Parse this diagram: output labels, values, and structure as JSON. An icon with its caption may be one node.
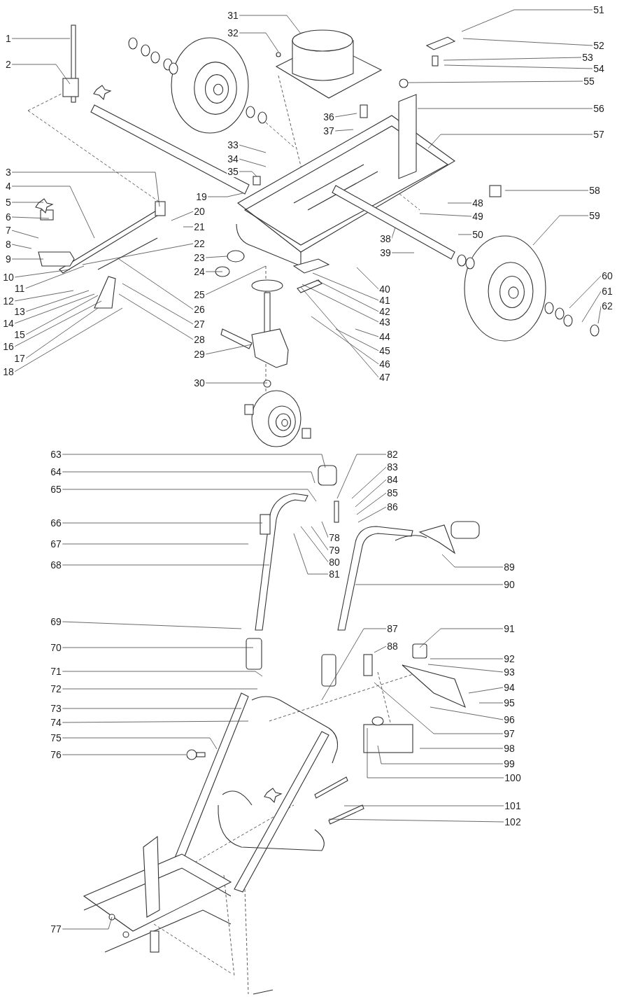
{
  "diagram": {
    "nodes": [
      {
        "text": [
          "1"
        ]
      },
      {
        "text": [
          "2"
        ]
      },
      {
        "text": [
          "3"
        ]
      },
      {
        "text": [
          "4"
        ]
      },
      {
        "text": [
          "5"
        ]
      },
      {
        "text": [
          "6"
        ]
      },
      {
        "text": [
          "7"
        ]
      },
      {
        "text": [
          "8"
        ]
      },
      {
        "text": [
          "9"
        ]
      },
      {
        "text": [
          "10"
        ]
      },
      {
        "text": [
          "11"
        ]
      },
      {
        "text": [
          "12"
        ]
      },
      {
        "text": [
          "13"
        ]
      },
      {
        "text": [
          "14"
        ]
      },
      {
        "text": [
          "15"
        ]
      },
      {
        "text": [
          "16"
        ]
      },
      {
        "text": [
          "17"
        ]
      },
      {
        "text": [
          "18"
        ]
      },
      {
        "text": [
          "19"
        ]
      },
      {
        "text": [
          "20"
        ]
      },
      {
        "text": [
          "21"
        ]
      },
      {
        "text": [
          "22"
        ]
      },
      {
        "text": [
          "23"
        ]
      },
      {
        "text": [
          "24"
        ]
      },
      {
        "text": [
          "25"
        ]
      },
      {
        "text": [
          "26"
        ]
      },
      {
        "text": [
          "27"
        ]
      },
      {
        "text": [
          "28"
        ]
      },
      {
        "text": [
          "29"
        ]
      },
      {
        "text": [
          "30"
        ]
      },
      {
        "text": [
          "31"
        ]
      },
      {
        "text": [
          "32"
        ]
      },
      {
        "text": [
          "33"
        ]
      },
      {
        "text": [
          "34"
        ]
      },
      {
        "text": [
          "35"
        ]
      },
      {
        "text": [
          "36"
        ]
      },
      {
        "text": [
          "37"
        ]
      },
      {
        "text": [
          "38"
        ]
      },
      {
        "text": [
          "39"
        ]
      },
      {
        "text": [
          "40"
        ]
      },
      {
        "text": [
          "41"
        ]
      },
      {
        "text": [
          "42"
        ]
      },
      {
        "text": [
          "43"
        ]
      },
      {
        "text": [
          "44"
        ]
      },
      {
        "text": [
          "45"
        ]
      },
      {
        "text": [
          "46"
        ]
      },
      {
        "text": [
          "47"
        ]
      },
      {
        "text": [
          "48"
        ]
      },
      {
        "text": [
          "49"
        ]
      },
      {
        "text": [
          "50"
        ]
      },
      {
        "text": [
          "51"
        ]
      },
      {
        "text": [
          "52"
        ]
      },
      {
        "text": [
          "53"
        ]
      },
      {
        "text": [
          "54"
        ]
      },
      {
        "text": [
          "55"
        ]
      },
      {
        "text": [
          "56"
        ]
      },
      {
        "text": [
          "57"
        ]
      },
      {
        "text": [
          "58"
        ]
      },
      {
        "text": [
          "59"
        ]
      },
      {
        "text": [
          "60"
        ]
      },
      {
        "text": [
          "61"
        ]
      },
      {
        "text": [
          "62"
        ]
      },
      {
        "text": [
          "63"
        ]
      },
      {
        "text": [
          "64"
        ]
      },
      {
        "text": [
          "65"
        ]
      },
      {
        "text": [
          "66"
        ]
      },
      {
        "text": [
          "67"
        ]
      },
      {
        "text": [
          "68"
        ]
      },
      {
        "text": [
          "69"
        ]
      },
      {
        "text": [
          "70"
        ]
      },
      {
        "text": [
          "71"
        ]
      },
      {
        "text": [
          "72"
        ]
      },
      {
        "text": [
          "73"
        ]
      },
      {
        "text": [
          "74"
        ]
      },
      {
        "text": [
          "75"
        ]
      },
      {
        "text": [
          "76"
        ]
      },
      {
        "text": [
          "77"
        ]
      },
      {
        "text": [
          "78"
        ]
      },
      {
        "text": [
          "79"
        ]
      },
      {
        "text": [
          "80"
        ]
      },
      {
        "text": [
          "81"
        ]
      },
      {
        "text": [
          "82"
        ]
      },
      {
        "text": [
          "83"
        ]
      },
      {
        "text": [
          "84"
        ]
      },
      {
        "text": [
          "85"
        ]
      },
      {
        "text": [
          "86"
        ]
      },
      {
        "text": [
          "87"
        ]
      },
      {
        "text": [
          "88"
        ]
      },
      {
        "text": [
          "89"
        ]
      },
      {
        "text": [
          "90"
        ]
      },
      {
        "text": [
          "91"
        ]
      },
      {
        "text": [
          "92"
        ]
      },
      {
        "text": [
          "93"
        ]
      },
      {
        "text": [
          "94"
        ]
      },
      {
        "text": [
          "95"
        ]
      },
      {
        "text": [
          "96"
        ]
      },
      {
        "text": [
          "97"
        ]
      },
      {
        "text": [
          "98"
        ]
      },
      {
        "text": [
          "99"
        ]
      },
      {
        "text": [
          "100"
        ]
      },
      {
        "text": [
          "101"
        ]
      },
      {
        "text": [
          "102"
        ]
      }
    ],
    "edges": [
      {
        "from": 0,
        "to": null,
        "arrow": "none"
      },
      {
        "from": 1,
        "to": null,
        "arrow": "none"
      },
      {
        "from": 2,
        "to": null,
        "arrow": "none"
      },
      {
        "from": 3,
        "to": null,
        "arrow": "none"
      },
      {
        "from": 4,
        "to": null,
        "arrow": "none"
      },
      {
        "from": 5,
        "to": null,
        "arrow": "none"
      },
      {
        "from": 6,
        "to": null,
        "arrow": "none"
      },
      {
        "from": 7,
        "to": null,
        "arrow": "none"
      },
      {
        "from": 8,
        "to": null,
        "arrow": "none"
      },
      {
        "from": 9,
        "to": null,
        "arrow": "none"
      },
      {
        "from": 10,
        "to": null,
        "arrow": "none"
      },
      {
        "from": 11,
        "to": null,
        "arrow": "none"
      },
      {
        "from": 12,
        "to": null,
        "arrow": "none"
      },
      {
        "from": 13,
        "to": null,
        "arrow": "none"
      },
      {
        "from": 14,
        "to": null,
        "arrow": "none"
      },
      {
        "from": 15,
        "to": null,
        "arrow": "none"
      },
      {
        "from": 16,
        "to": null,
        "arrow": "none"
      },
      {
        "from": 17,
        "to": null,
        "arrow": "none"
      },
      {
        "from": 18,
        "to": null,
        "arrow": "none"
      },
      {
        "from": 19,
        "to": null,
        "arrow": "none"
      },
      {
        "from": 20,
        "to": null,
        "arrow": "none"
      },
      {
        "from": 21,
        "to": null,
        "arrow": "none"
      },
      {
        "from": 22,
        "to": null,
        "arrow": "none"
      },
      {
        "from": 23,
        "to": null,
        "arrow": "none"
      },
      {
        "from": 24,
        "to": null,
        "arrow": "none"
      },
      {
        "from": 25,
        "to": null,
        "arrow": "none"
      },
      {
        "from": 26,
        "to": null,
        "arrow": "none"
      },
      {
        "from": 27,
        "to": null,
        "arrow": "none"
      },
      {
        "from": 28,
        "to": null,
        "arrow": "none"
      },
      {
        "from": 29,
        "to": null,
        "arrow": "none"
      },
      {
        "from": 30,
        "to": null,
        "arrow": "none"
      },
      {
        "from": 31,
        "to": null,
        "arrow": "none"
      },
      {
        "from": 32,
        "to": null,
        "arrow": "none"
      },
      {
        "from": 33,
        "to": null,
        "arrow": "none"
      },
      {
        "from": 34,
        "to": null,
        "arrow": "none"
      },
      {
        "from": 35,
        "to": null,
        "arrow": "none"
      },
      {
        "from": 36,
        "to": null,
        "arrow": "none"
      },
      {
        "from": 37,
        "to": null,
        "arrow": "none"
      },
      {
        "from": 38,
        "to": null,
        "arrow": "none"
      },
      {
        "from": 39,
        "to": null,
        "arrow": "none"
      },
      {
        "from": 40,
        "to": null,
        "arrow": "none"
      },
      {
        "from": 41,
        "to": null,
        "arrow": "none"
      },
      {
        "from": 42,
        "to": null,
        "arrow": "none"
      },
      {
        "from": 43,
        "to": null,
        "arrow": "none"
      },
      {
        "from": 44,
        "to": null,
        "arrow": "none"
      },
      {
        "from": 45,
        "to": null,
        "arrow": "none"
      },
      {
        "from": 46,
        "to": null,
        "arrow": "none"
      },
      {
        "from": 47,
        "to": null,
        "arrow": "none"
      },
      {
        "from": 48,
        "to": null,
        "arrow": "none"
      },
      {
        "from": 49,
        "to": null,
        "arrow": "none"
      },
      {
        "from": 50,
        "to": null,
        "arrow": "none"
      },
      {
        "from": 51,
        "to": null,
        "arrow": "none"
      },
      {
        "from": 52,
        "to": null,
        "arrow": "none"
      },
      {
        "from": 53,
        "to": null,
        "arrow": "none"
      },
      {
        "from": 54,
        "to": null,
        "arrow": "none"
      },
      {
        "from": 55,
        "to": null,
        "arrow": "none"
      },
      {
        "from": 56,
        "to": null,
        "arrow": "none"
      },
      {
        "from": 57,
        "to": null,
        "arrow": "none"
      },
      {
        "from": 58,
        "to": null,
        "arrow": "none"
      },
      {
        "from": 59,
        "to": null,
        "arrow": "none"
      },
      {
        "from": 60,
        "to": null,
        "arrow": "none"
      },
      {
        "from": 61,
        "to": null,
        "arrow": "none"
      },
      {
        "from": 62,
        "to": null,
        "arrow": "none"
      },
      {
        "from": 63,
        "to": null,
        "arrow": "none"
      },
      {
        "from": 64,
        "to": null,
        "arrow": "none"
      },
      {
        "from": 65,
        "to": null,
        "arrow": "none"
      },
      {
        "from": 66,
        "to": null,
        "arrow": "none"
      },
      {
        "from": 67,
        "to": null,
        "arrow": "none"
      },
      {
        "from": 68,
        "to": null,
        "arrow": "none"
      },
      {
        "from": 69,
        "to": null,
        "arrow": "none"
      },
      {
        "from": 70,
        "to": null,
        "arrow": "none"
      },
      {
        "from": 71,
        "to": null,
        "arrow": "none"
      },
      {
        "from": 72,
        "to": null,
        "arrow": "none"
      },
      {
        "from": 73,
        "to": null,
        "arrow": "none"
      },
      {
        "from": 74,
        "to": null,
        "arrow": "none"
      },
      {
        "from": 75,
        "to": null,
        "arrow": "none"
      },
      {
        "from": 76,
        "to": null,
        "arrow": "none"
      },
      {
        "from": 77,
        "to": null,
        "arrow": "none"
      },
      {
        "from": 78,
        "to": null,
        "arrow": "none"
      },
      {
        "from": 79,
        "to": null,
        "arrow": "none"
      },
      {
        "from": 80,
        "to": null,
        "arrow": "none"
      },
      {
        "from": 81,
        "to": null,
        "arrow": "none"
      },
      {
        "from": 82,
        "to": null,
        "arrow": "none"
      },
      {
        "from": 83,
        "to": null,
        "arrow": "none"
      },
      {
        "from": 84,
        "to": null,
        "arrow": "none"
      },
      {
        "from": 85,
        "to": null,
        "arrow": "none"
      },
      {
        "from": 86,
        "to": null,
        "arrow": "none"
      },
      {
        "from": 87,
        "to": null,
        "arrow": "none"
      },
      {
        "from": 88,
        "to": null,
        "arrow": "none"
      },
      {
        "from": 89,
        "to": null,
        "arrow": "none"
      },
      {
        "from": 90,
        "to": null,
        "arrow": "none"
      },
      {
        "from": 91,
        "to": null,
        "arrow": "none"
      },
      {
        "from": 92,
        "to": null,
        "arrow": "none"
      },
      {
        "from": 93,
        "to": null,
        "arrow": "none"
      },
      {
        "from": 94,
        "to": null,
        "arrow": "none"
      },
      {
        "from": 95,
        "to": null,
        "arrow": "none"
      },
      {
        "from": 96,
        "to": null,
        "arrow": "none"
      },
      {
        "from": 97,
        "to": null,
        "arrow": "none"
      },
      {
        "from": 98,
        "to": null,
        "arrow": "none"
      },
      {
        "from": 99,
        "to": null,
        "arrow": "none"
      },
      {
        "from": 100,
        "to": null,
        "arrow": "none"
      },
      {
        "from": 101,
        "to": null,
        "arrow": "none"
      }
    ]
  }
}
